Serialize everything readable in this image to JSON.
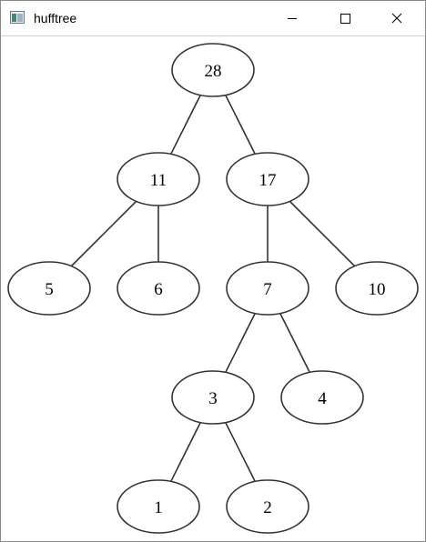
{
  "window": {
    "title": "hufftree",
    "icon": "app-window-icon",
    "controls": {
      "minimize": "minimize-icon",
      "maximize": "maximize-icon",
      "close": "close-icon"
    }
  },
  "tree": {
    "nodes": [
      {
        "id": "n28",
        "label": "28"
      },
      {
        "id": "n11",
        "label": "11"
      },
      {
        "id": "n17",
        "label": "17"
      },
      {
        "id": "n5",
        "label": "5"
      },
      {
        "id": "n6",
        "label": "6"
      },
      {
        "id": "n7",
        "label": "7"
      },
      {
        "id": "n10",
        "label": "10"
      },
      {
        "id": "n3",
        "label": "3"
      },
      {
        "id": "n4",
        "label": "4"
      },
      {
        "id": "n1",
        "label": "1"
      },
      {
        "id": "n2",
        "label": "2"
      }
    ],
    "edges": [
      [
        "n28",
        "n11"
      ],
      [
        "n28",
        "n17"
      ],
      [
        "n11",
        "n5"
      ],
      [
        "n11",
        "n6"
      ],
      [
        "n17",
        "n7"
      ],
      [
        "n17",
        "n10"
      ],
      [
        "n7",
        "n3"
      ],
      [
        "n7",
        "n4"
      ],
      [
        "n3",
        "n1"
      ],
      [
        "n3",
        "n2"
      ]
    ]
  }
}
